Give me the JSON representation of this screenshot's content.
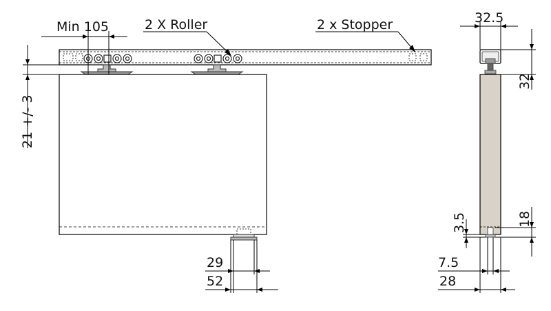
{
  "labels": {
    "min_spacing": "Min 105",
    "rollers": "2 X Roller",
    "stoppers": "2 x Stopper"
  },
  "dimensions": {
    "door_gap": "21 +/- 3",
    "track_width": "32.5",
    "track_height": "32",
    "guide_offset": "3.5",
    "guide_height": "18",
    "guide_width_front": "29",
    "guide_base_front": "52",
    "guide_width_side": "7.5",
    "guide_base_side": "28"
  },
  "colors": {
    "line": "#000000",
    "door_side_fill": "#d8d2c8",
    "track_fill": "#ffffff",
    "hardware": "#333333"
  }
}
